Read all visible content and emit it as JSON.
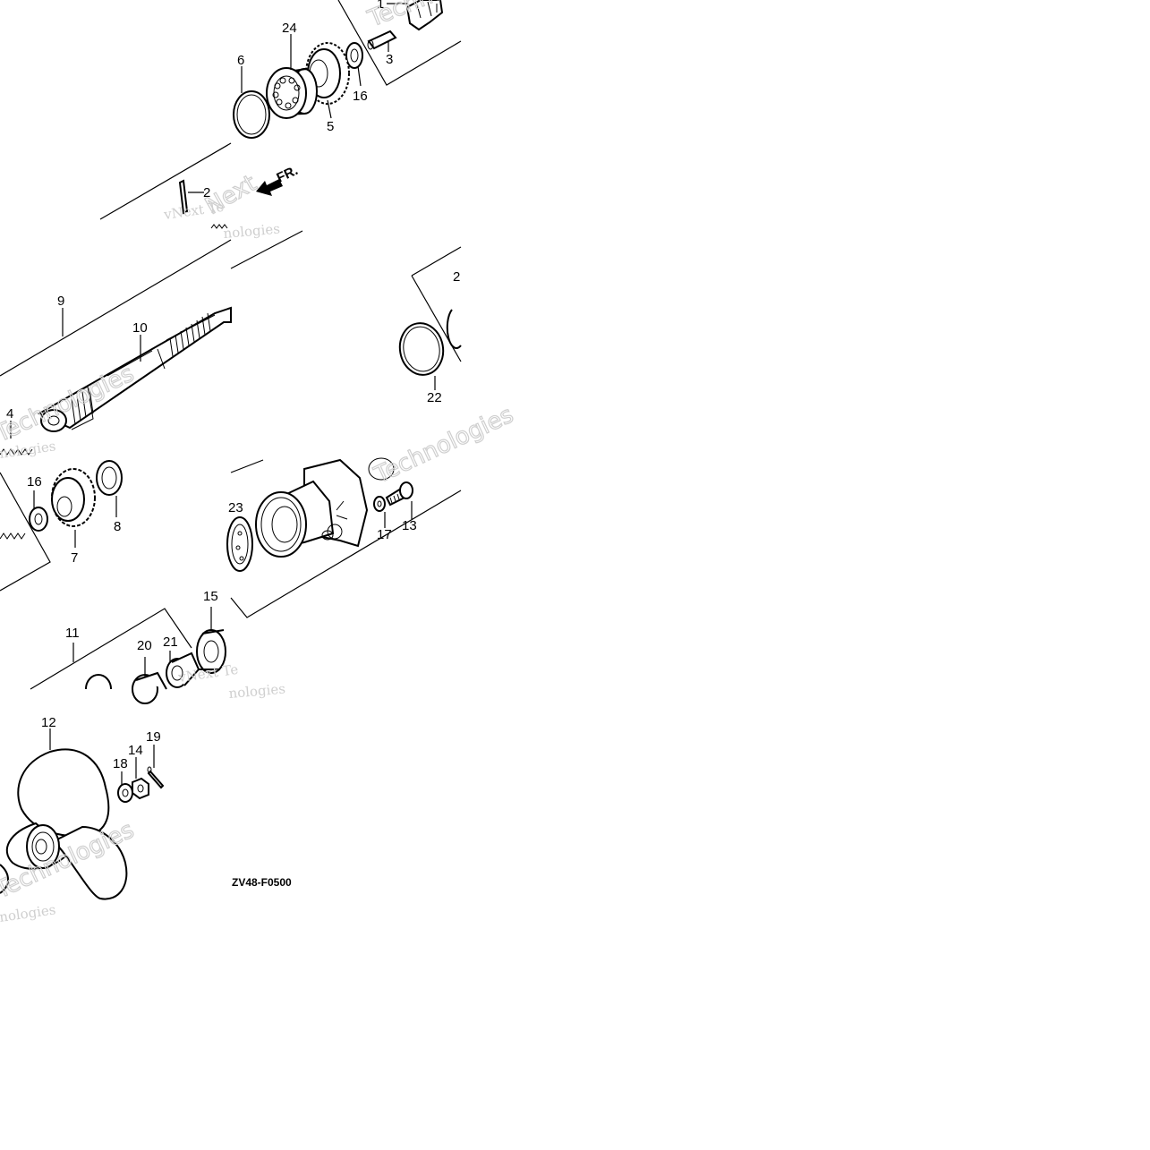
{
  "diagram": {
    "code": "ZV48-F0500",
    "direction_label": "FR.",
    "callouts": {
      "p1": "1",
      "p2": "2",
      "p3": "3",
      "p4": "4",
      "p5": "5",
      "p6": "6",
      "p7": "7",
      "p8": "8",
      "p9": "9",
      "p10": "10",
      "p11": "11",
      "p12": "12",
      "p13": "13",
      "p14": "14",
      "p15": "15",
      "p16a": "16",
      "p16b": "16",
      "p17": "17",
      "p18": "18",
      "p19": "19",
      "p20": "20",
      "p21": "21",
      "p22": "22",
      "p23": "23",
      "p24": "24",
      "p25": "2"
    },
    "watermark": {
      "line1": "vNext Te",
      "line2": "nologies",
      "outline": "Technologies",
      "outline_short": "Next"
    }
  }
}
